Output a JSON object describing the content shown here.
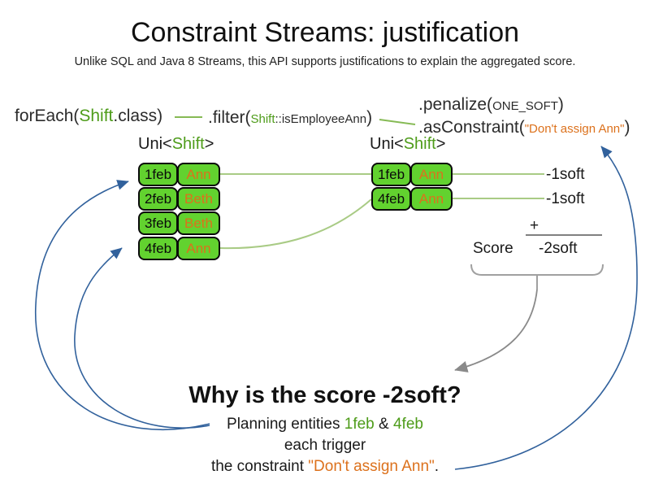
{
  "title": "Constraint Streams: justification",
  "subtitle": "Unlike SQL and Java 8 Streams, this API supports justifications to explain the aggregated score.",
  "colors": {
    "box_green": "#62d22f",
    "green_text": "#4e9c1a",
    "green_line": "#a9cb85",
    "orange": "#dc711c",
    "blue": "#31619c",
    "gray": "#8a8a8a"
  },
  "code": {
    "foreach": {
      "pre": "forEach(",
      "cls": "Shift",
      "post": ".class)"
    },
    "filter": {
      "pre": ".filter(",
      "arg_cls": "Shift",
      "arg_rest": "::isEmployeeAnn",
      "post": ")"
    },
    "penalize": {
      "pre": ".penalize(",
      "arg": "ONE_SOFT",
      "post": ")"
    },
    "asconstraint": {
      "pre": ".asConstraint(",
      "arg": "\"Don't assign Ann\"",
      "post": ")"
    }
  },
  "uni_label": {
    "pre": "Uni<",
    "cls": "Shift",
    "post": ">"
  },
  "left_table": {
    "rows": [
      {
        "date": "1feb",
        "name": "Ann"
      },
      {
        "date": "2feb",
        "name": "Beth"
      },
      {
        "date": "3feb",
        "name": "Beth"
      },
      {
        "date": "4feb",
        "name": "Ann"
      }
    ]
  },
  "right_table": {
    "rows": [
      {
        "date": "1feb",
        "name": "Ann"
      },
      {
        "date": "4feb",
        "name": "Ann"
      }
    ]
  },
  "scores": {
    "penalty1": "-1soft",
    "penalty2": "-1soft",
    "plus": "+",
    "score_label": "Score",
    "total": "-2soft"
  },
  "explanation": {
    "heading": "Why is the score -2soft?",
    "line1": {
      "pre": "Planning entities ",
      "e1": "1feb",
      "mid": " & ",
      "e2": "4feb"
    },
    "line2": "each trigger",
    "line3": {
      "pre": "the constraint ",
      "quote": "\"Don't assign Ann\"",
      "post": "."
    }
  }
}
